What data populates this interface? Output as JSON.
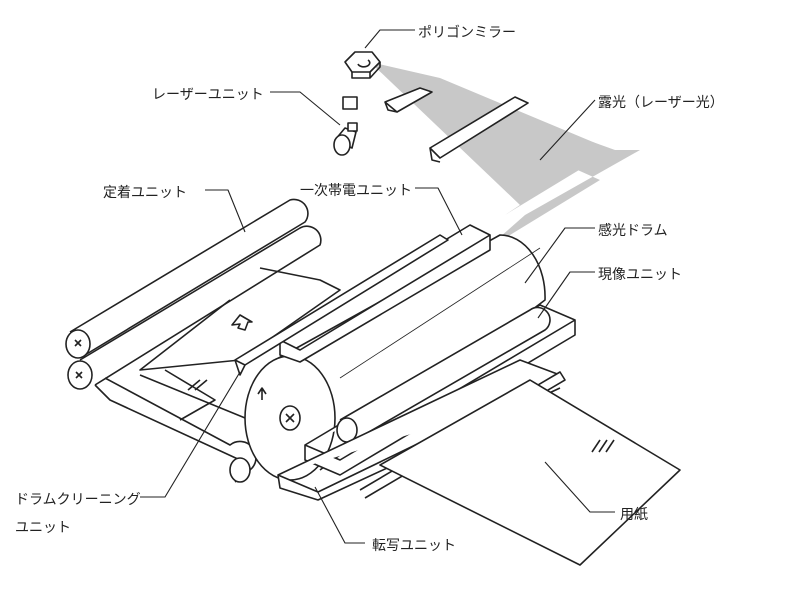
{
  "labels": {
    "polygon_mirror": "ポリゴンミラー",
    "laser_unit": "レーザーユニット",
    "exposure": "露光（レーザー光）",
    "fuser_unit": "定着ユニット",
    "primary_charge_unit": "一次帯電ユニット",
    "photosensitive_drum": "感光ドラム",
    "developing_unit": "現像ユニット",
    "drum_cleaning_line1": "ドラムクリーニング",
    "drum_cleaning_line2": "ユニット",
    "paper": "用紙",
    "transfer_unit": "転写ユニット"
  },
  "colors": {
    "line": "#222222",
    "beam": "#c8c8c8"
  }
}
